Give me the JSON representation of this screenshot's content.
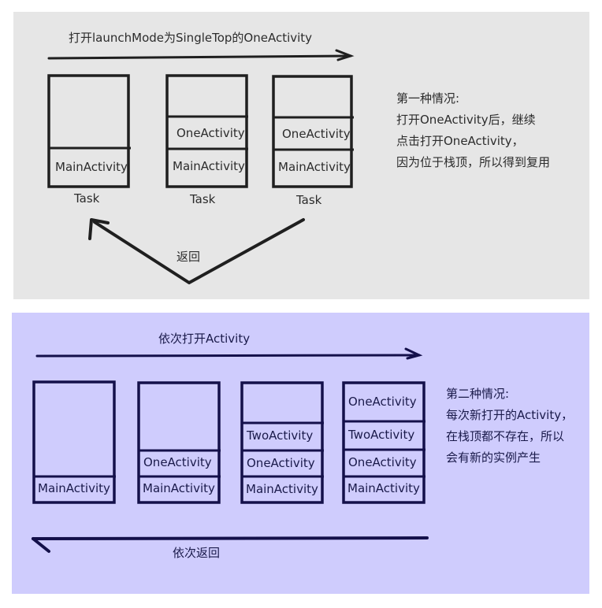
{
  "colors": {
    "panel1_bg": "#e6e6e6",
    "panel2_bg": "#cfccfd",
    "ink1": "#1f1f1f",
    "ink2": "#14104a"
  },
  "scenario1": {
    "top_caption": "打开launchMode为SingleTop的OneActivity",
    "stacks": [
      {
        "task_label": "Task",
        "items": [
          "MainActivity"
        ]
      },
      {
        "task_label": "Task",
        "items": [
          "OneActivity",
          "MainActivity"
        ]
      },
      {
        "task_label": "Task",
        "items": [
          "OneActivity",
          "MainActivity"
        ]
      }
    ],
    "back_label": "返回",
    "note_lines": [
      "第一种情况:",
      "打开OneActivity后，继续",
      "点击打开OneActivity，",
      "因为位于栈顶，所以得到复用"
    ]
  },
  "scenario2": {
    "top_caption": "依次打开Activity",
    "stacks": [
      {
        "items": [
          "MainActivity"
        ]
      },
      {
        "items": [
          "OneActivity",
          "MainActivity"
        ]
      },
      {
        "items": [
          "TwoActivity",
          "OneActivity",
          "MainActivity"
        ]
      },
      {
        "items": [
          "OneActivity",
          "TwoActivity",
          "OneActivity",
          "MainActivity"
        ]
      }
    ],
    "back_label": "依次返回",
    "note_lines": [
      "第二种情况:",
      "每次新打开的Activity，",
      "在栈顶都不存在，所以",
      "会有新的实例产生"
    ]
  }
}
